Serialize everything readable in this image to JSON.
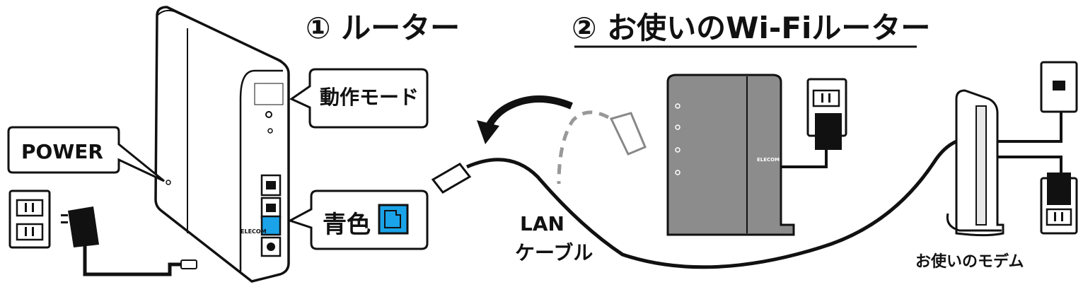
{
  "steps": {
    "step1_label": "① ルーター",
    "step2_label": "② お使いのWi-Fiルーター"
  },
  "callouts": {
    "power": "POWER",
    "operation_mode": "動作モード",
    "blue_port": "青色"
  },
  "cable": {
    "line1": "LAN",
    "line2": "ケーブル"
  },
  "modem": {
    "label": "お使いのモデム"
  },
  "brand": {
    "name": "ELECOM"
  },
  "colors": {
    "port_blue": "#1aa3e8",
    "wifi_router_gray": "#8c8c8c",
    "cable": "#111111"
  }
}
